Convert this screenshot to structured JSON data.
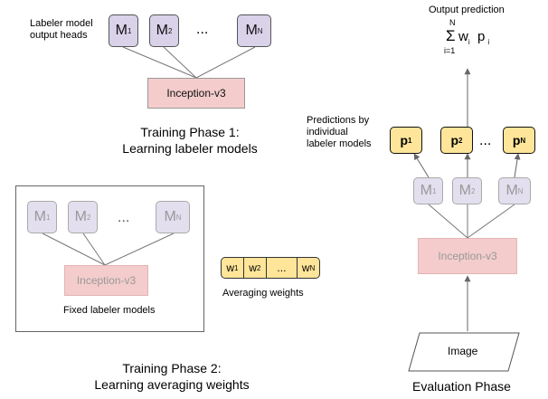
{
  "phase1": {
    "heads_label": [
      "Labeler model",
      "output heads"
    ],
    "heads": [
      {
        "base": "M",
        "sub": "1"
      },
      {
        "base": "M",
        "sub": "2"
      },
      {
        "base": "M",
        "sub": "N"
      }
    ],
    "ellipsis": "...",
    "backbone": "Inception-v3",
    "title": [
      "Training Phase 1:",
      "Learning labeler models"
    ]
  },
  "phase2": {
    "heads": [
      {
        "base": "M",
        "sub": "1"
      },
      {
        "base": "M",
        "sub": "2"
      },
      {
        "base": "M",
        "sub": "N"
      }
    ],
    "ellipsis": "...",
    "backbone": "Inception-v3",
    "fixed_label": "Fixed labeler models",
    "weights": [
      {
        "base": "w",
        "sub": "1"
      },
      {
        "base": "w",
        "sub": "2"
      },
      {
        "base": "...",
        "sub": ""
      },
      {
        "base": "w",
        "sub": "N"
      }
    ],
    "weights_label": "Averaging weights",
    "title": [
      "Training Phase 2:",
      "Learning averaging weights"
    ]
  },
  "evaluation": {
    "output_label": "Output prediction",
    "formula": {
      "sum": "Σ",
      "upper": "N",
      "lower": "i=1",
      "w": "w",
      "w_sub": "i",
      "p": "p",
      "p_sub": "i"
    },
    "predictions_label": [
      "Predictions by",
      "individual",
      "labeler models"
    ],
    "predictions": [
      {
        "base": "p",
        "sub": "1"
      },
      {
        "base": "p",
        "sub": "2"
      },
      {
        "base": "p",
        "sub": "N"
      }
    ],
    "ellipsis": "...",
    "heads": [
      {
        "base": "M",
        "sub": "1"
      },
      {
        "base": "M",
        "sub": "2"
      },
      {
        "base": "M",
        "sub": "N"
      }
    ],
    "backbone": "Inception-v3",
    "input": "Image",
    "title": "Evaluation Phase"
  }
}
